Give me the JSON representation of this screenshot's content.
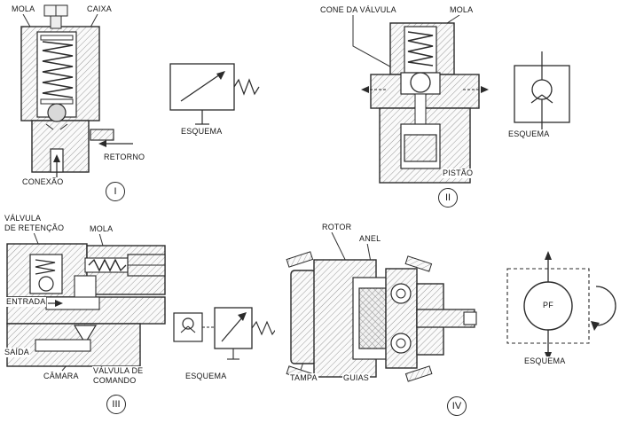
{
  "canvas": {
    "background": "#ffffff",
    "line_color": "#2b2b2b",
    "hatch_color": "#8f8f8f"
  },
  "p1": {
    "numeral": "I",
    "mola": "MOLA",
    "caixa": "CAIXA",
    "retorno": "RETORNO",
    "conexao": "CONEXÃO",
    "esquema": "ESQUEMA"
  },
  "p2": {
    "numeral": "II",
    "cone_da_valvula": "CONE DA VÁLVULA",
    "mola": "MOLA",
    "pistao": "PISTÃO",
    "esquema": "ESQUEMA"
  },
  "p3": {
    "numeral": "III",
    "valvula_de_retencao": "VÁLVULA\nDE RETENÇÃO",
    "mola": "MOLA",
    "entrada": "ENTRADA",
    "saida": "SAÍDA",
    "camara": "CÂMARA",
    "valvula_de_comando": "VÁLVULA DE\nCOMANDO",
    "esquema": "ESQUEMA"
  },
  "p4": {
    "numeral": "IV",
    "rotor": "ROTOR",
    "anel": "ANEL",
    "tampa": "TAMPA",
    "guias": "GUIAS",
    "pf": "PF",
    "esquema": "ESQUEMA"
  }
}
